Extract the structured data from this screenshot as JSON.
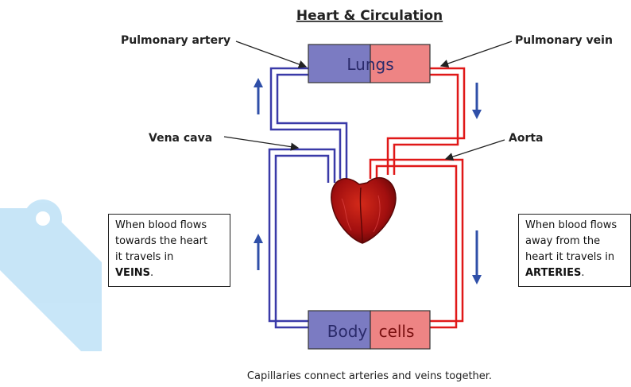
{
  "title": "Heart & Circulation",
  "labels": {
    "pulmonary_artery": "Pulmonary artery",
    "pulmonary_vein": "Pulmonary vein",
    "vena_cava": "Vena cava",
    "aorta": "Aorta"
  },
  "organs": {
    "lungs": "Lungs",
    "body_left": "Body",
    "body_right": "cells"
  },
  "left_note": {
    "line1": "When blood flows",
    "line2": "towards the heart",
    "line3": "it travels in",
    "keyword": "VEINS",
    "end": "."
  },
  "right_note": {
    "line1": "When blood flows",
    "line2": "away from the",
    "line3": "heart it travels in",
    "keyword": "ARTERIES",
    "end": "."
  },
  "caption": "Capillaries connect arteries and veins together.",
  "colors": {
    "vein_blue": "#3a3aa8",
    "artery_red": "#e01818",
    "lungs_blue_fill": "#7b7bc2",
    "lungs_red_fill": "#ee8484",
    "heart": "#b01010",
    "arrow_blue": "#2f4fa8",
    "logo_blue": "#c2e3f7"
  }
}
